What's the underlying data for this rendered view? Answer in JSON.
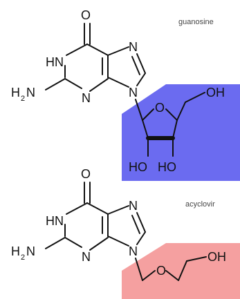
{
  "colors": {
    "sugar_highlight": "#6B6BF0",
    "acyclic_highlight": "#F5A0A0",
    "bond": "#111111"
  },
  "molecules": [
    {
      "name": "guanosine",
      "atoms": {
        "O": "O",
        "HN": "HN",
        "N7": "N",
        "N3": "N",
        "N9": "N",
        "H2N_H": "H",
        "H2N_2": "2",
        "H2N_N": "N",
        "ring_O": "O",
        "OH": "OH",
        "HO1": "HO",
        "HO2": "HO"
      }
    },
    {
      "name": "acyclovir",
      "atoms": {
        "O": "O",
        "HN": "HN",
        "N7": "N",
        "N3": "N",
        "N9": "N",
        "H2N_H": "H",
        "H2N_2": "2",
        "H2N_N": "N",
        "chain_O": "O",
        "OH": "OH"
      }
    }
  ]
}
